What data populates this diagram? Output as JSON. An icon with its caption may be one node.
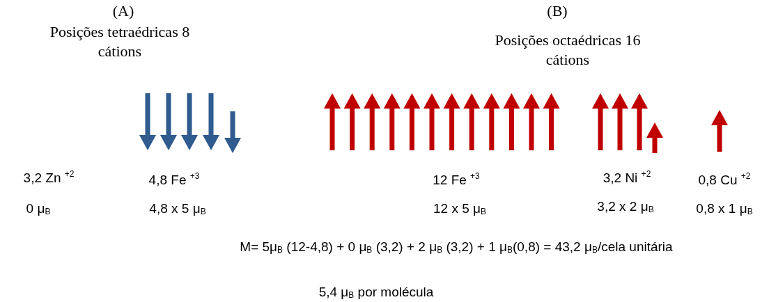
{
  "diagram": {
    "labels": [
      "(A)",
      "Posições tetraédricas 8 cátions",
      "(B)",
      "Posições octaédricas 16 cátions",
      "3,2 Zn $^{+2}$",
      "0 μ$_{B}$",
      "4,8 Fe $^{+3}$",
      "4,8 x 5 μ$_{B}$",
      "12 Fe $^{+3}$",
      "12 x 5 μ$_{B}$",
      "3,2 Ni $^{+2}$",
      "3,2 x 2 μ$_{B}$",
      "0,8 Cu $^{+2}$",
      "0,8 x 1 μ$_{B}$",
      "M= 5μ$_{B}$ (12-4,8) + 0 μ$_{B}$ (3,2) + 2 μ$_{B}$ (3,2) + 1 μ$_{B}$(0,8) = 43,2 μ$_{B}$/cela unitária",
      "5,4 μ$_{B}$ por molécula"
    ]
  }
}
